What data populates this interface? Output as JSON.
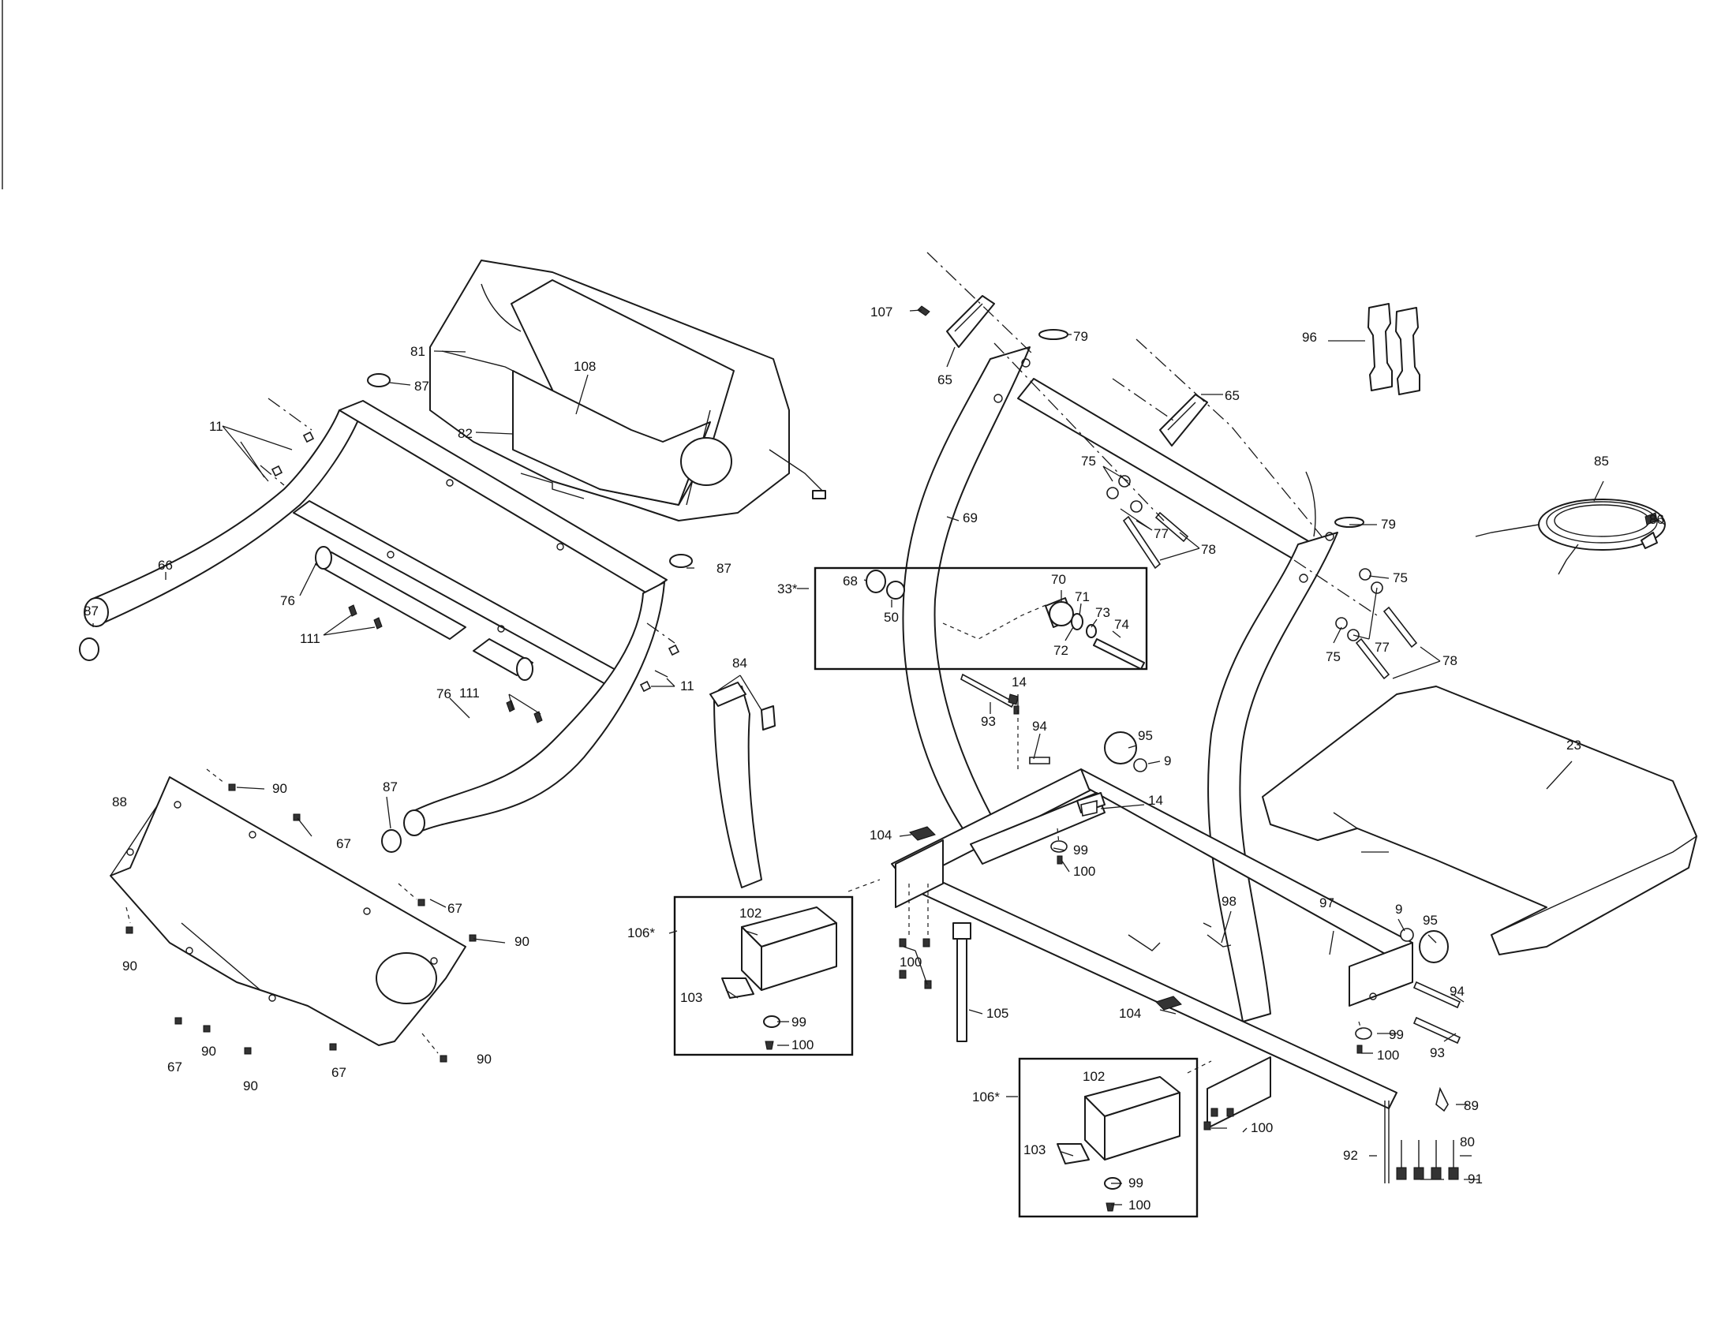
{
  "figure": "exploded-parts-diagram",
  "callouts": [
    {
      "id": "c107",
      "label": "107"
    },
    {
      "id": "c65a",
      "label": "65"
    },
    {
      "id": "c79a",
      "label": "79"
    },
    {
      "id": "c96",
      "label": "96"
    },
    {
      "id": "c65b",
      "label": "65"
    },
    {
      "id": "c81",
      "label": "81"
    },
    {
      "id": "c87a",
      "label": "87"
    },
    {
      "id": "c108",
      "label": "108"
    },
    {
      "id": "c82",
      "label": "82"
    },
    {
      "id": "c11a",
      "label": "11"
    },
    {
      "id": "c75a",
      "label": "75"
    },
    {
      "id": "c77a",
      "label": "77"
    },
    {
      "id": "c78a",
      "label": "78"
    },
    {
      "id": "c69",
      "label": "69"
    },
    {
      "id": "c79b",
      "label": "79"
    },
    {
      "id": "c85",
      "label": "85"
    },
    {
      "id": "c86",
      "label": "86"
    },
    {
      "id": "c66",
      "label": "66"
    },
    {
      "id": "c87b",
      "label": "87"
    },
    {
      "id": "c87c",
      "label": "87"
    },
    {
      "id": "c76a",
      "label": "76"
    },
    {
      "id": "c111a",
      "label": "111"
    },
    {
      "id": "c33",
      "label": "33*"
    },
    {
      "id": "c68",
      "label": "68"
    },
    {
      "id": "c50",
      "label": "50"
    },
    {
      "id": "c70",
      "label": "70"
    },
    {
      "id": "c71",
      "label": "71"
    },
    {
      "id": "c73",
      "label": "73"
    },
    {
      "id": "c74",
      "label": "74"
    },
    {
      "id": "c72",
      "label": "72"
    },
    {
      "id": "c75b",
      "label": "75"
    },
    {
      "id": "c77b",
      "label": "77"
    },
    {
      "id": "c75c",
      "label": "75"
    },
    {
      "id": "c78b",
      "label": "78"
    },
    {
      "id": "c84",
      "label": "84"
    },
    {
      "id": "c11b",
      "label": "11"
    },
    {
      "id": "c76b",
      "label": "76"
    },
    {
      "id": "c111b",
      "label": "111"
    },
    {
      "id": "c14a",
      "label": "14"
    },
    {
      "id": "c93a",
      "label": "93"
    },
    {
      "id": "c94a",
      "label": "94"
    },
    {
      "id": "c95a",
      "label": "95"
    },
    {
      "id": "c9a",
      "label": "9"
    },
    {
      "id": "c23",
      "label": "23"
    },
    {
      "id": "c87d",
      "label": "87"
    },
    {
      "id": "c90a",
      "label": "90"
    },
    {
      "id": "c88",
      "label": "88"
    },
    {
      "id": "c67a",
      "label": "67"
    },
    {
      "id": "c14b",
      "label": "14"
    },
    {
      "id": "c104a",
      "label": "104"
    },
    {
      "id": "c99a",
      "label": "99"
    },
    {
      "id": "c100a",
      "label": "100"
    },
    {
      "id": "c67b",
      "label": "67"
    },
    {
      "id": "c90b",
      "label": "90"
    },
    {
      "id": "c90c",
      "label": "90"
    },
    {
      "id": "c106a",
      "label": "106*"
    },
    {
      "id": "c102a",
      "label": "102"
    },
    {
      "id": "c98",
      "label": "98"
    },
    {
      "id": "c97",
      "label": "97"
    },
    {
      "id": "c9b",
      "label": "9"
    },
    {
      "id": "c95b",
      "label": "95"
    },
    {
      "id": "c100b",
      "label": "100"
    },
    {
      "id": "c103a",
      "label": "103"
    },
    {
      "id": "c105",
      "label": "105"
    },
    {
      "id": "c99b",
      "label": "99"
    },
    {
      "id": "c100c",
      "label": "100"
    },
    {
      "id": "c94b",
      "label": "94"
    },
    {
      "id": "c104b",
      "label": "104"
    },
    {
      "id": "c99c",
      "label": "99"
    },
    {
      "id": "c100d",
      "label": "100"
    },
    {
      "id": "c93b",
      "label": "93"
    },
    {
      "id": "c67c",
      "label": "67"
    },
    {
      "id": "c90d",
      "label": "90"
    },
    {
      "id": "c67d",
      "label": "67"
    },
    {
      "id": "c90e",
      "label": "90"
    },
    {
      "id": "c90f",
      "label": "90"
    },
    {
      "id": "c106b",
      "label": "106*"
    },
    {
      "id": "c102b",
      "label": "102"
    },
    {
      "id": "c100e",
      "label": "100"
    },
    {
      "id": "c89",
      "label": "89"
    },
    {
      "id": "c80",
      "label": "80"
    },
    {
      "id": "c92",
      "label": "92"
    },
    {
      "id": "c103b",
      "label": "103"
    },
    {
      "id": "c99d",
      "label": "99"
    },
    {
      "id": "c91",
      "label": "91"
    },
    {
      "id": "c100f",
      "label": "100"
    }
  ]
}
